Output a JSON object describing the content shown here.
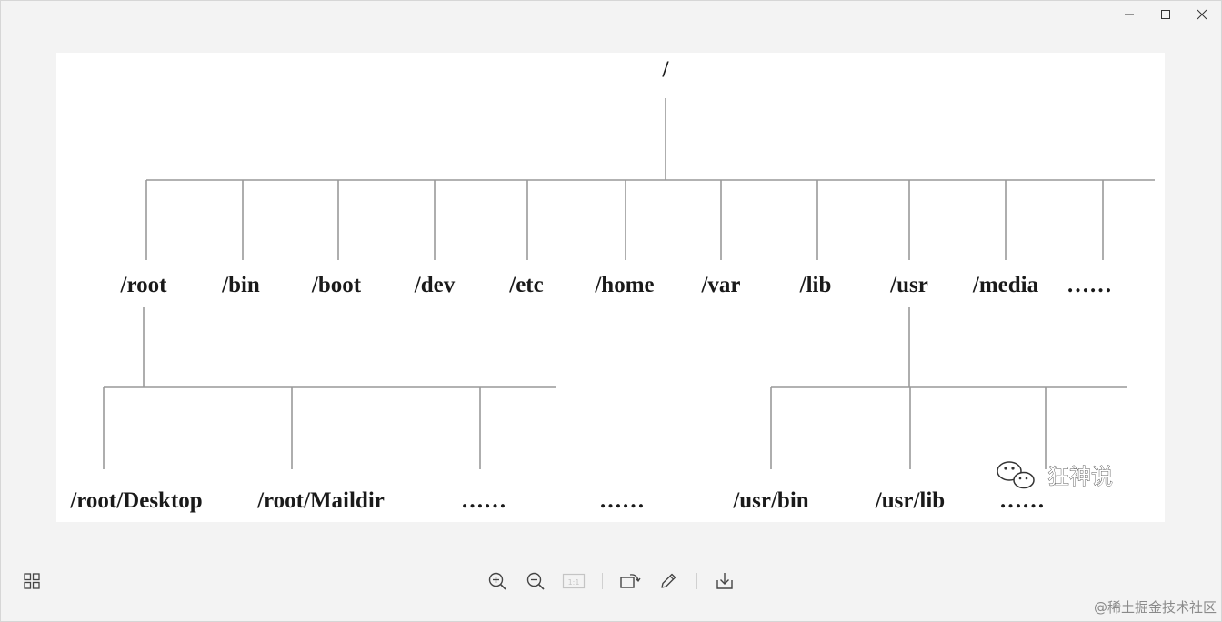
{
  "window": {
    "controls": [
      "minimize-icon",
      "maximize-icon",
      "close-icon"
    ]
  },
  "image": {
    "root_label": "/",
    "level1": [
      "/root",
      "/bin",
      "/boot",
      "/dev",
      "/etc",
      "/home",
      "/var",
      "/lib",
      "/usr",
      "/media",
      "……"
    ],
    "level2_root": [
      "/root/Desktop",
      "/root/Maildir",
      "……"
    ],
    "level2_middle": "……",
    "level2_usr": [
      "/usr/bin",
      "/usr/lib",
      "……"
    ],
    "watermark": "狂神说"
  },
  "toolbar": {
    "left_icon": "grid-view-icon",
    "icons": [
      "zoom-in-icon",
      "zoom-out-icon",
      "actual-size-icon",
      "rotate-icon",
      "edit-icon",
      "save-icon"
    ],
    "actual_size_label": "1:1"
  },
  "footer": {
    "site_mark": "@稀土掘金技术社区"
  },
  "colors": {
    "background": "#f3f3f3",
    "image_bg": "#ffffff",
    "line": "#999999",
    "text": "#1a1a1a"
  }
}
